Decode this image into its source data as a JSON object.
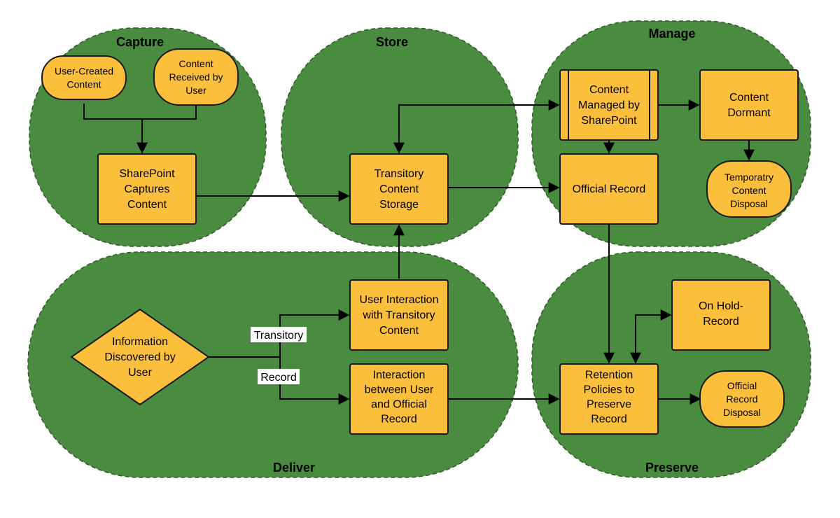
{
  "zones": {
    "capture": "Capture",
    "store": "Store",
    "manage": "Manage",
    "deliver": "Deliver",
    "preserve": "Preserve"
  },
  "nodes": {
    "user_created": [
      "User-Created",
      "Content"
    ],
    "content_received": [
      "Content",
      "Received by",
      "User"
    ],
    "sharepoint_captures": [
      "SharePoint",
      "Captures",
      "Content"
    ],
    "transitory_storage": [
      "Transitory",
      "Content",
      "Storage"
    ],
    "content_managed": [
      "Content",
      "Managed by",
      "SharePoint"
    ],
    "content_dormant": [
      "Content",
      "Dormant"
    ],
    "official_record": [
      "Official Record"
    ],
    "temporary_disposal": [
      "Temporatry",
      "Content",
      "Disposal"
    ],
    "information_discovered": [
      "Information",
      "Discovered by",
      "User"
    ],
    "user_interaction_transitory": [
      "User Interaction",
      "with Transitory",
      "Content"
    ],
    "interaction_official": [
      "Interaction",
      "between User",
      "and Official",
      "Record"
    ],
    "on_hold": [
      "On Hold-",
      "Record"
    ],
    "retention_policies": [
      "Retention",
      "Policies to",
      "Preserve",
      "Record"
    ],
    "official_disposal": [
      "Official",
      "Record",
      "Disposal"
    ]
  },
  "edge_labels": {
    "transitory": "Transitory",
    "record": "Record"
  }
}
